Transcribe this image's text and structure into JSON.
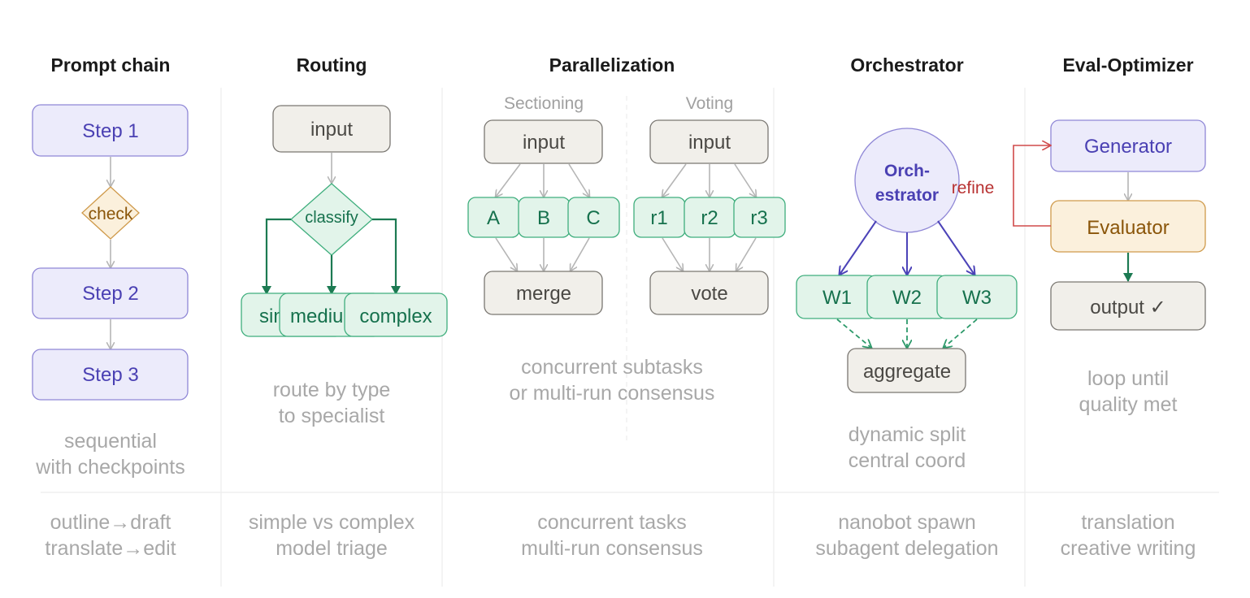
{
  "columns": {
    "prompt_chain": {
      "title": "Prompt chain",
      "step1": "Step 1",
      "check": "check",
      "step2": "Step 2",
      "step3": "Step 3",
      "desc_line1": "sequential",
      "desc_line2": "with checkpoints",
      "use_line1": "outline→draft",
      "use_line2": "translate→edit"
    },
    "routing": {
      "title": "Routing",
      "input": "input",
      "classify": "classify",
      "route_simple": "simple",
      "route_medium": "medium",
      "route_complex": "complex",
      "desc_line1": "route by type",
      "desc_line2": "to specialist",
      "use_line1": "simple vs complex",
      "use_line2": "model triage"
    },
    "parallelization": {
      "title": "Parallelization",
      "sectioning_label": "Sectioning",
      "voting_label": "Voting",
      "sec_input": "input",
      "sec_a": "A",
      "sec_b": "B",
      "sec_c": "C",
      "sec_merge": "merge",
      "vote_input": "input",
      "vote_r1": "r1",
      "vote_r2": "r2",
      "vote_r3": "r3",
      "vote_out": "vote",
      "desc_line1": "concurrent subtasks",
      "desc_line2": "or multi-run consensus",
      "use_line1": "concurrent tasks",
      "use_line2": "multi-run consensus"
    },
    "orchestrator": {
      "title": "Orchestrator",
      "node_line1": "Orch-",
      "node_line2": "estrator",
      "w1": "W1",
      "w2": "W2",
      "w3": "W3",
      "aggregate": "aggregate",
      "desc_line1": "dynamic split",
      "desc_line2": "central coord",
      "use_line1": "nanobot spawn",
      "use_line2": "subagent delegation"
    },
    "eval_optimizer": {
      "title": "Eval-Optimizer",
      "generator": "Generator",
      "evaluator": "Evaluator",
      "refine": "refine",
      "output": "output ✓",
      "desc_line1": "loop until",
      "desc_line2": "quality met",
      "use_line1": "translation",
      "use_line2": "creative writing"
    }
  },
  "colors": {
    "purple": "#4a40b3",
    "green": "#16714d",
    "orange": "#8a5509",
    "red": "#d04a4a"
  }
}
